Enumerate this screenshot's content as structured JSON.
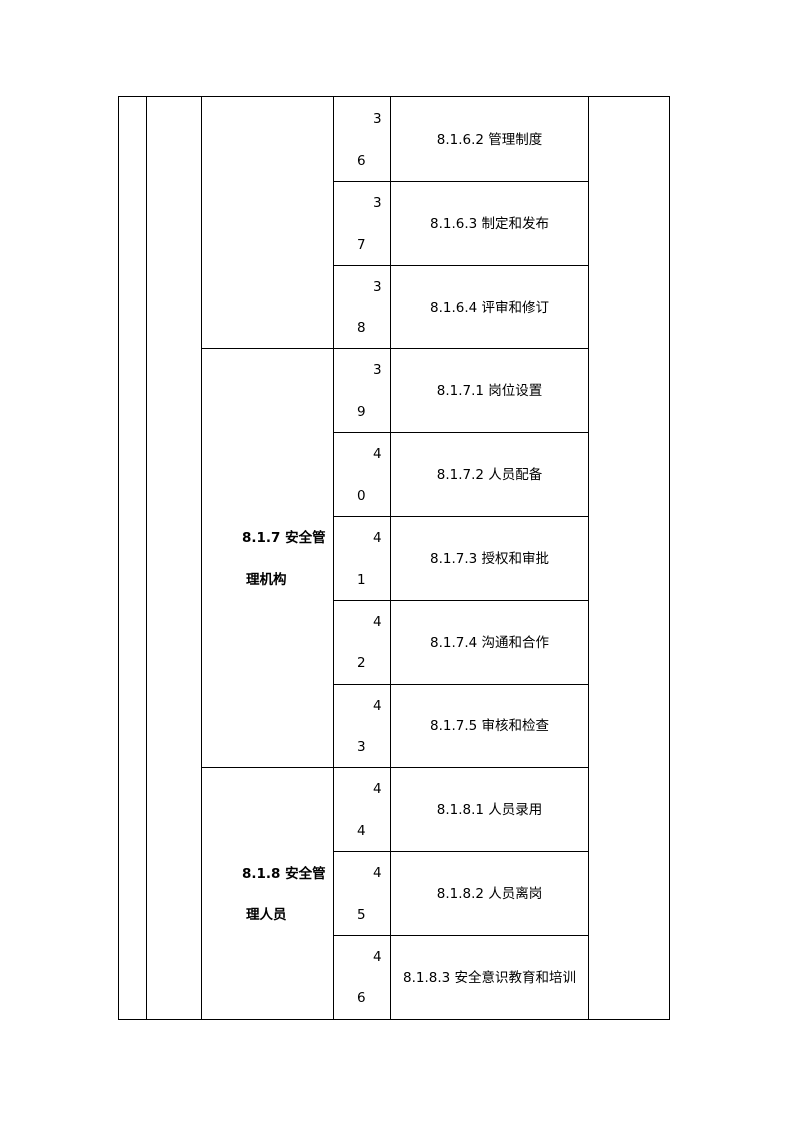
{
  "groups": [
    {
      "line1": "8.1.7  安全管",
      "line2": "理机构"
    },
    {
      "line1": "8.1.8  安全管",
      "line2": "理人员"
    }
  ],
  "rows": [
    {
      "num_top": "3",
      "num_bottom": "6",
      "label": "8.1.6.2  管理制度"
    },
    {
      "num_top": "3",
      "num_bottom": "7",
      "label": "8.1.6.3  制定和发布"
    },
    {
      "num_top": "3",
      "num_bottom": "8",
      "label": "8.1.6.4  评审和修订"
    },
    {
      "num_top": "3",
      "num_bottom": "9",
      "label": "8.1.7.1  岗位设置"
    },
    {
      "num_top": "4",
      "num_bottom": "0",
      "label": "8.1.7.2  人员配备"
    },
    {
      "num_top": "4",
      "num_bottom": "1",
      "label": "8.1.7.3  授权和审批"
    },
    {
      "num_top": "4",
      "num_bottom": "2",
      "label": "8.1.7.4  沟通和合作"
    },
    {
      "num_top": "4",
      "num_bottom": "3",
      "label": "8.1.7.5  审核和检查"
    },
    {
      "num_top": "4",
      "num_bottom": "4",
      "label": "8.1.8.1  人员录用"
    },
    {
      "num_top": "4",
      "num_bottom": "5",
      "label": "8.1.8.2  人员离岗"
    },
    {
      "num_top": "4",
      "num_bottom": "6",
      "label": "8.1.8.3  安全意识教育和培训"
    }
  ]
}
